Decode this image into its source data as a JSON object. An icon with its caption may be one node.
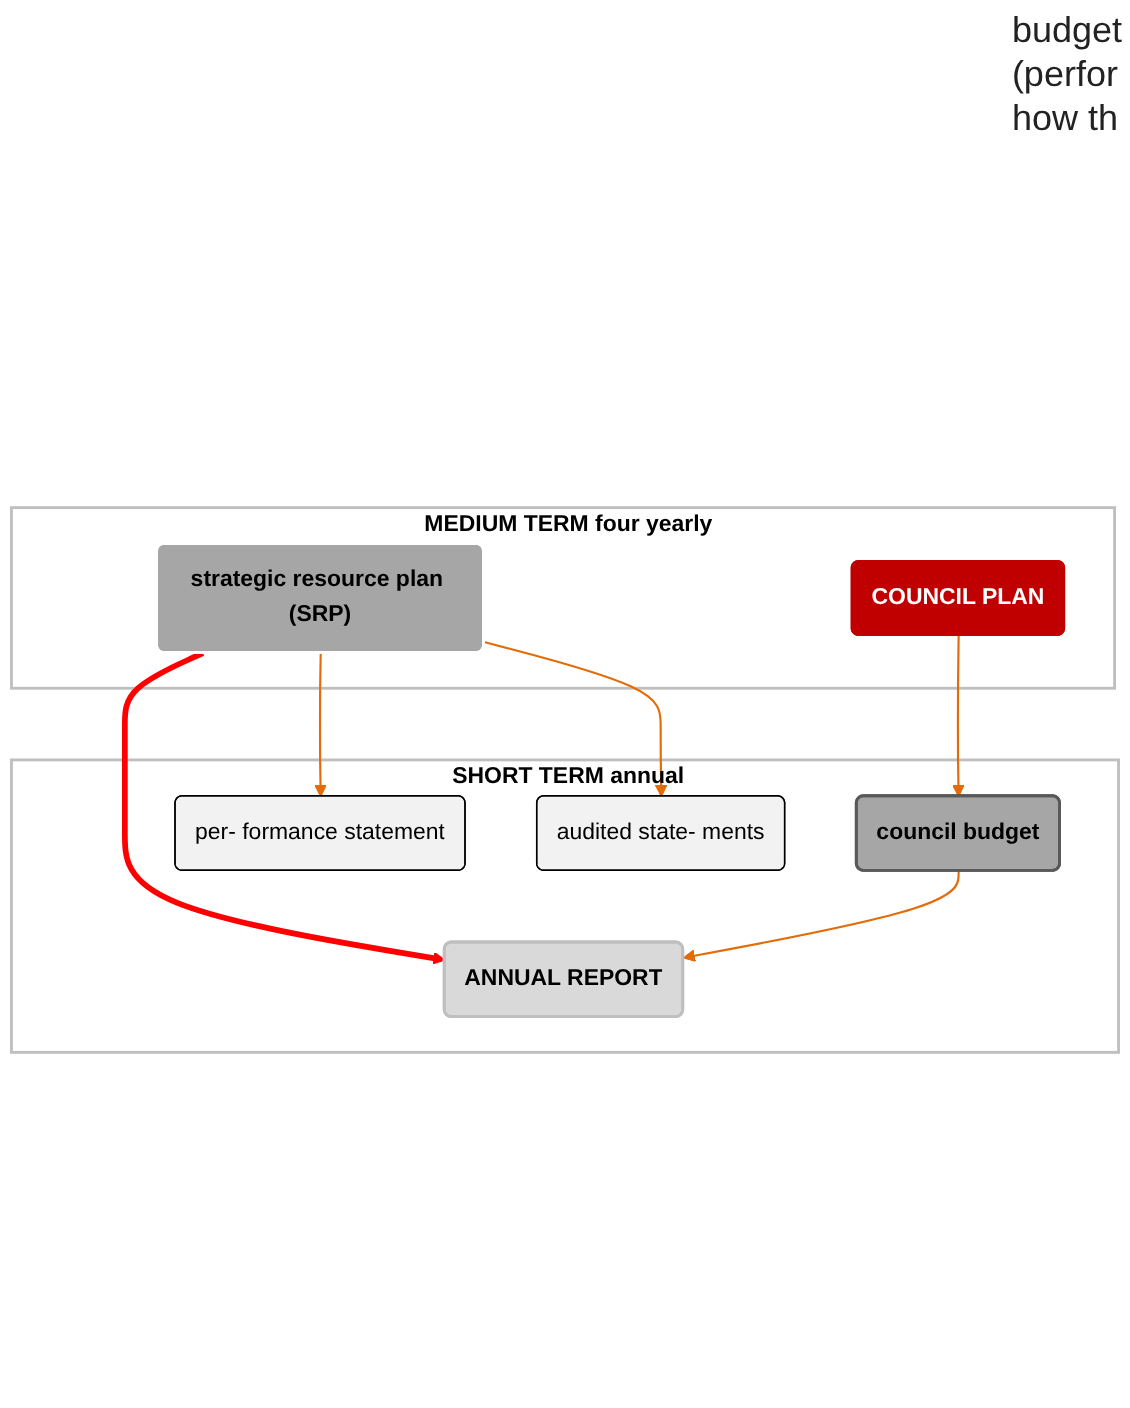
{
  "diagram": {
    "nodes": [
      {
        "text": [
          "MEDIUM TERM four yearly"
        ]
      },
      {
        "text": [
          "COUNCIL PLAN"
        ],
        "in": 0
      },
      {
        "text": [
          "strategic resource plan (SRP)"
        ],
        "in": 0
      },
      {
        "text": [
          "SHORT TERM annual"
        ]
      },
      {
        "text": [
          "council budget"
        ],
        "in": 3
      },
      {
        "text": [
          "ANNUAL REPORT"
        ],
        "in": 3
      },
      {
        "text": [
          "per- formance statement"
        ],
        "in": 3
      },
      {
        "text": [
          "audited state- ments"
        ],
        "in": 3
      }
    ],
    "edges": [
      {
        "from": 1,
        "to": 4,
        "arrow": "to"
      },
      {
        "from": 2,
        "to": 5,
        "arrow": "to",
        "style": "thick",
        "color": "#ff0000"
      },
      {
        "from": 4,
        "to": 5,
        "arrow": "to"
      },
      {
        "from": 2,
        "to": 6,
        "arrow": "to"
      },
      {
        "from": 2,
        "to": 7,
        "arrow": "to"
      }
    ],
    "labels": [
      "budget",
      "(perfor",
      "how th"
    ]
  }
}
